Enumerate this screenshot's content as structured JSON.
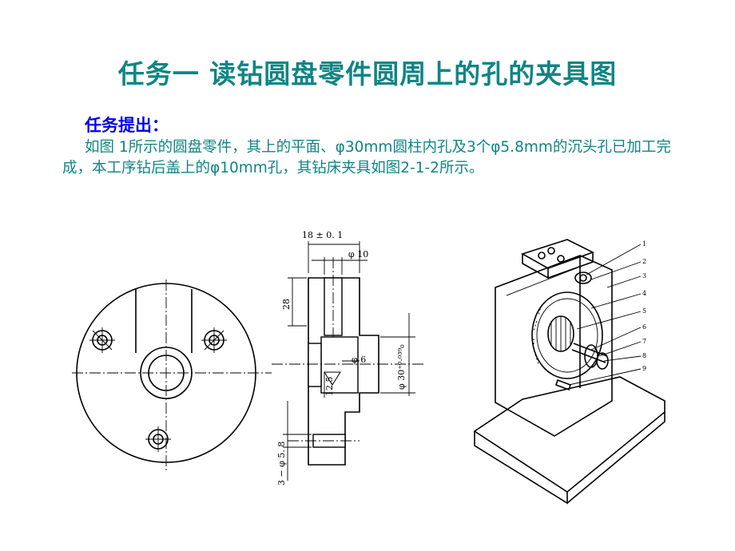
{
  "slide": {
    "title": "任务一  读钻圆盘零件圆周上的孔的夹具图",
    "subhead": "任务提出：",
    "paragraph": "如图 1所示的圆盘零件，其上的平面、φ30mm圆柱内孔及3个φ5.8mm的沉头孔已加工完成，本工序钻后盖上的φ10mm孔，其钻床夹具如图2-1-2所示。"
  },
  "drawing": {
    "dims": {
      "d1": "18 ± 0. 1",
      "d2": "φ 10",
      "d3": "28",
      "d4": "φ 30⁺⁰·⁰³⁹₀",
      "d5": "φ 6",
      "d6": "12.5",
      "d7": "3 − φ 5. 8"
    },
    "callouts": [
      "1",
      "2",
      "3",
      "4",
      "5",
      "6",
      "7",
      "8",
      "9"
    ]
  },
  "colors": {
    "title": "#0f8585",
    "subhead": "#0000e6",
    "body": "#0f8585"
  }
}
